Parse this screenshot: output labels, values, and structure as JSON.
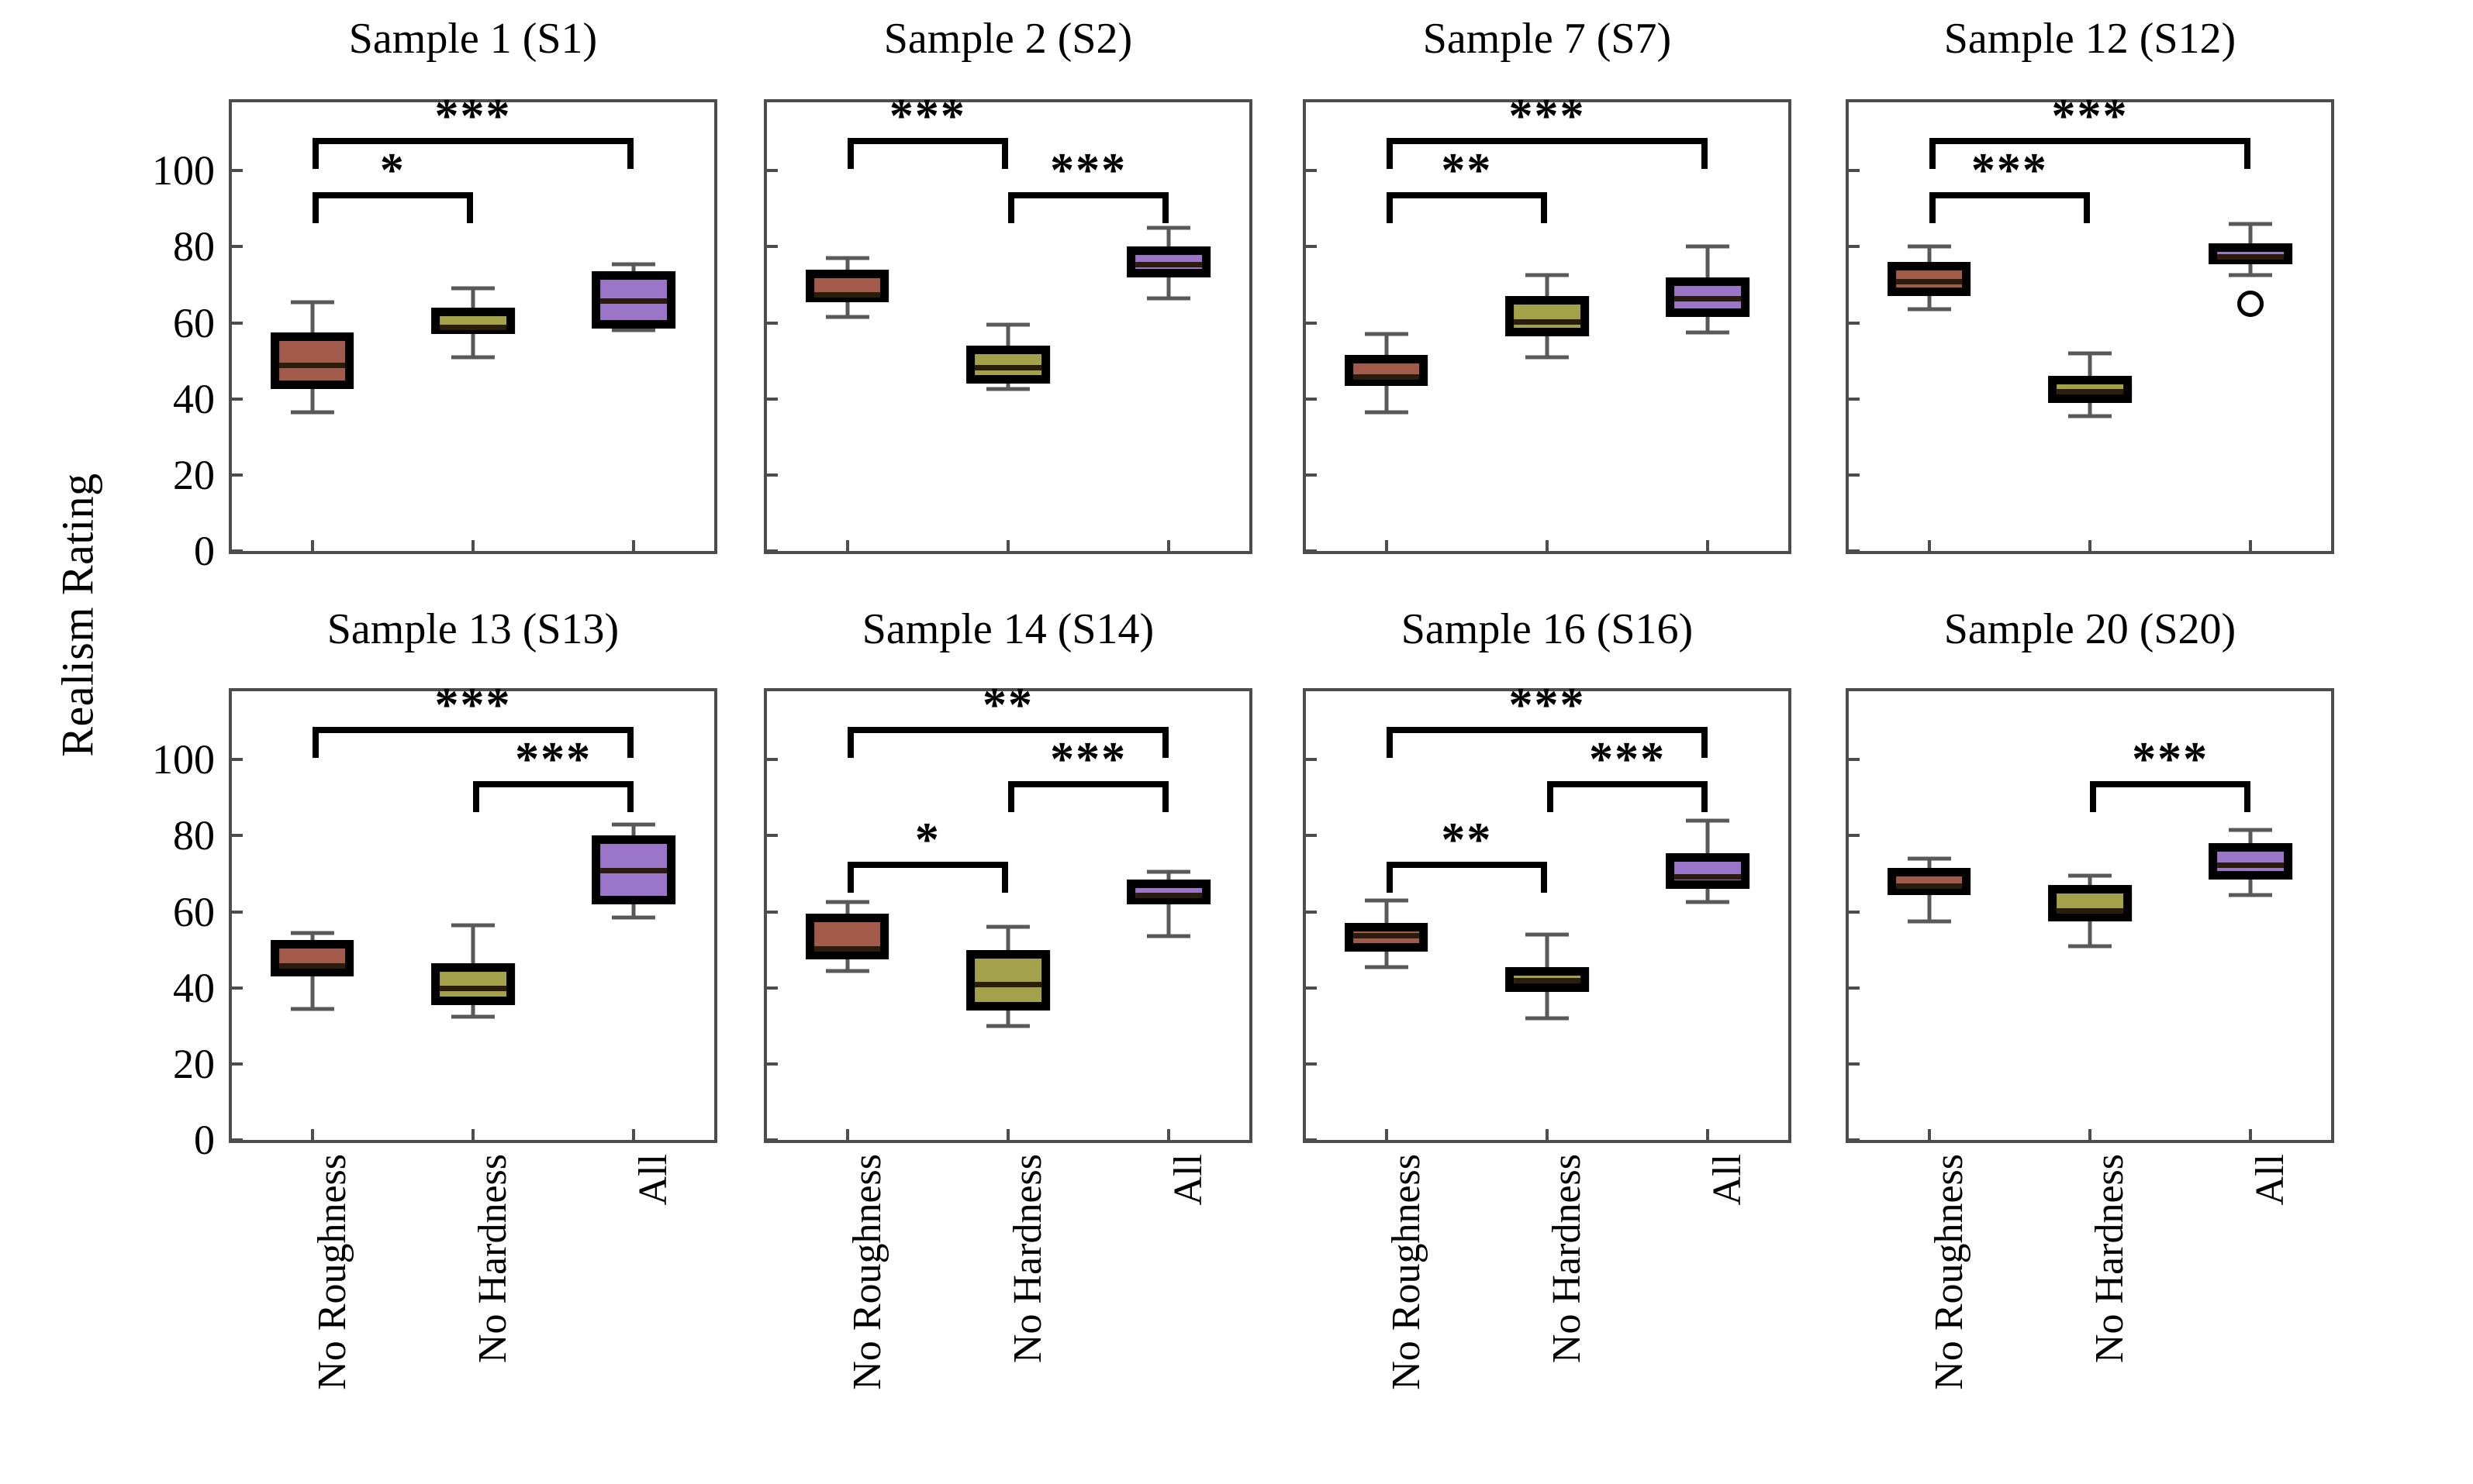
{
  "axis": {
    "ylabel": "Realism Rating",
    "yticks": [
      0,
      20,
      40,
      60,
      80,
      100
    ],
    "ylim": [
      0,
      118
    ],
    "categories": [
      "No Roughness",
      "No Hardness",
      "All"
    ]
  },
  "colors": {
    "no_roughness": "#A25A4A",
    "no_hardness": "#A3A14A",
    "all": "#9B76C8",
    "box_edge": "#000000",
    "whisker": "#595959",
    "axis": "#4d4d4d"
  },
  "chart_data": {
    "type": "box",
    "title": "",
    "xlabel": "",
    "ylabel": "Realism Rating",
    "ylim": [
      0,
      118
    ],
    "yticks": [
      0,
      20,
      40,
      60,
      80,
      100
    ],
    "grid": false,
    "legend": "none",
    "categories": [
      "No Roughness",
      "No Hardness",
      "All"
    ],
    "series_colors": [
      "#A25A4A",
      "#A3A14A",
      "#9B76C8"
    ],
    "panels": [
      {
        "title": "Sample  1 (S1)",
        "row": 0,
        "col": 0,
        "boxes": [
          {
            "category": "No Roughness",
            "whisker_low": 36.5,
            "q1": 42.5,
            "median": 49.5,
            "q3": 57.5,
            "whisker_high": 65.5,
            "outliers": []
          },
          {
            "category": "No Hardness",
            "whisker_low": 51.0,
            "q1": 57.0,
            "median": 59.5,
            "q3": 64.0,
            "whisker_high": 69.0,
            "outliers": []
          },
          {
            "category": "All",
            "whisker_low": 58.0,
            "q1": 58.5,
            "median": 66.5,
            "q3": 73.5,
            "whisker_high": 75.5,
            "outliers": []
          }
        ],
        "significance": [
          {
            "from": 0,
            "to": 2,
            "label": "***",
            "level": 1
          },
          {
            "from": 0,
            "to": 1,
            "label": "*",
            "level": 0
          }
        ]
      },
      {
        "title": "Sample  2 (S2)",
        "row": 0,
        "col": 1,
        "boxes": [
          {
            "category": "No Roughness",
            "whisker_low": 61.5,
            "q1": 65.5,
            "median": 68.0,
            "q3": 74.0,
            "whisker_high": 77.0,
            "outliers": []
          },
          {
            "category": "No Hardness",
            "whisker_low": 42.5,
            "q1": 44.0,
            "median": 49.0,
            "q3": 54.0,
            "whisker_high": 59.5,
            "outliers": []
          },
          {
            "category": "All",
            "whisker_low": 66.5,
            "q1": 72.0,
            "median": 76.0,
            "q3": 80.0,
            "whisker_high": 85.0,
            "outliers": []
          }
        ],
        "significance": [
          {
            "from": 0,
            "to": 1,
            "label": "***",
            "level": 1
          },
          {
            "from": 1,
            "to": 2,
            "label": "***",
            "level": 0
          }
        ]
      },
      {
        "title": "Sample  7 (S7)",
        "row": 0,
        "col": 2,
        "boxes": [
          {
            "category": "No Roughness",
            "whisker_low": 36.5,
            "q1": 43.5,
            "median": 46.5,
            "q3": 51.5,
            "whisker_high": 57.0,
            "outliers": []
          },
          {
            "category": "No Hardness",
            "whisker_low": 51.0,
            "q1": 56.5,
            "median": 61.0,
            "q3": 67.0,
            "whisker_high": 72.5,
            "outliers": []
          },
          {
            "category": "All",
            "whisker_low": 57.5,
            "q1": 61.5,
            "median": 67.0,
            "q3": 72.0,
            "whisker_high": 80.0,
            "outliers": []
          }
        ],
        "significance": [
          {
            "from": 0,
            "to": 2,
            "label": "***",
            "level": 1
          },
          {
            "from": 0,
            "to": 1,
            "label": "**",
            "level": 0
          }
        ]
      },
      {
        "title": "Sample 12 (S12)",
        "row": 0,
        "col": 3,
        "boxes": [
          {
            "category": "No Roughness",
            "whisker_low": 63.5,
            "q1": 67.0,
            "median": 71.5,
            "q3": 76.0,
            "whisker_high": 80.0,
            "outliers": []
          },
          {
            "category": "No Hardness",
            "whisker_low": 35.5,
            "q1": 39.0,
            "median": 42.5,
            "q3": 46.0,
            "whisker_high": 52.0,
            "outliers": []
          },
          {
            "category": "All",
            "whisker_low": 72.5,
            "q1": 75.5,
            "median": 78.0,
            "q3": 81.0,
            "whisker_high": 86.0,
            "outliers": [
              65.0
            ]
          }
        ],
        "significance": [
          {
            "from": 0,
            "to": 2,
            "label": "***",
            "level": 1
          },
          {
            "from": 0,
            "to": 1,
            "label": "***",
            "level": 0
          }
        ]
      },
      {
        "title": "Sample 13 (S13)",
        "row": 1,
        "col": 0,
        "boxes": [
          {
            "category": "No Roughness",
            "whisker_low": 34.5,
            "q1": 43.0,
            "median": 46.5,
            "q3": 52.5,
            "whisker_high": 54.5,
            "outliers": []
          },
          {
            "category": "No Hardness",
            "whisker_low": 32.5,
            "q1": 35.5,
            "median": 40.5,
            "q3": 46.5,
            "whisker_high": 56.5,
            "outliers": []
          },
          {
            "category": "All",
            "whisker_low": 58.5,
            "q1": 62.0,
            "median": 71.5,
            "q3": 80.0,
            "whisker_high": 83.0,
            "outliers": []
          }
        ],
        "significance": [
          {
            "from": 0,
            "to": 2,
            "label": "***",
            "level": 1
          },
          {
            "from": 1,
            "to": 2,
            "label": "***",
            "level": 0
          }
        ]
      },
      {
        "title": "Sample 14 (S14)",
        "row": 1,
        "col": 1,
        "boxes": [
          {
            "category": "No Roughness",
            "whisker_low": 44.5,
            "q1": 47.5,
            "median": 51.0,
            "q3": 59.5,
            "whisker_high": 62.5,
            "outliers": []
          },
          {
            "category": "No Hardness",
            "whisker_low": 30.0,
            "q1": 34.0,
            "median": 41.5,
            "q3": 50.0,
            "whisker_high": 56.0,
            "outliers": []
          },
          {
            "category": "All",
            "whisker_low": 53.5,
            "q1": 62.0,
            "median": 65.0,
            "q3": 68.5,
            "whisker_high": 70.5,
            "outliers": []
          }
        ],
        "significance": [
          {
            "from": 0,
            "to": 2,
            "label": "**",
            "level": 1
          },
          {
            "from": 0,
            "to": 1,
            "label": "*",
            "level": -1
          },
          {
            "from": 1,
            "to": 2,
            "label": "***",
            "level": 0
          }
        ]
      },
      {
        "title": "Sample 16 (S16)",
        "row": 1,
        "col": 2,
        "boxes": [
          {
            "category": "No Roughness",
            "whisker_low": 45.5,
            "q1": 49.5,
            "median": 54.5,
            "q3": 57.0,
            "whisker_high": 63.0,
            "outliers": []
          },
          {
            "category": "No Hardness",
            "whisker_low": 32.0,
            "q1": 39.0,
            "median": 42.5,
            "q3": 45.5,
            "whisker_high": 54.0,
            "outliers": []
          },
          {
            "category": "All",
            "whisker_low": 62.5,
            "q1": 66.0,
            "median": 70.0,
            "q3": 75.5,
            "whisker_high": 84.0,
            "outliers": []
          }
        ],
        "significance": [
          {
            "from": 0,
            "to": 2,
            "label": "***",
            "level": 1
          },
          {
            "from": 0,
            "to": 1,
            "label": "**",
            "level": -1
          },
          {
            "from": 1,
            "to": 2,
            "label": "***",
            "level": 0
          }
        ]
      },
      {
        "title": "Sample  20 (S20)",
        "row": 1,
        "col": 3,
        "boxes": [
          {
            "category": "No Roughness",
            "whisker_low": 57.5,
            "q1": 64.5,
            "median": 67.5,
            "q3": 71.5,
            "whisker_high": 74.0,
            "outliers": []
          },
          {
            "category": "No Hardness",
            "whisker_low": 51.0,
            "q1": 57.5,
            "median": 61.0,
            "q3": 67.0,
            "whisker_high": 69.5,
            "outliers": []
          },
          {
            "category": "All",
            "whisker_low": 64.5,
            "q1": 68.5,
            "median": 73.0,
            "q3": 78.0,
            "whisker_high": 81.5,
            "outliers": []
          }
        ],
        "significance": [
          {
            "from": 1,
            "to": 2,
            "label": "***",
            "level": 0
          }
        ]
      }
    ]
  }
}
